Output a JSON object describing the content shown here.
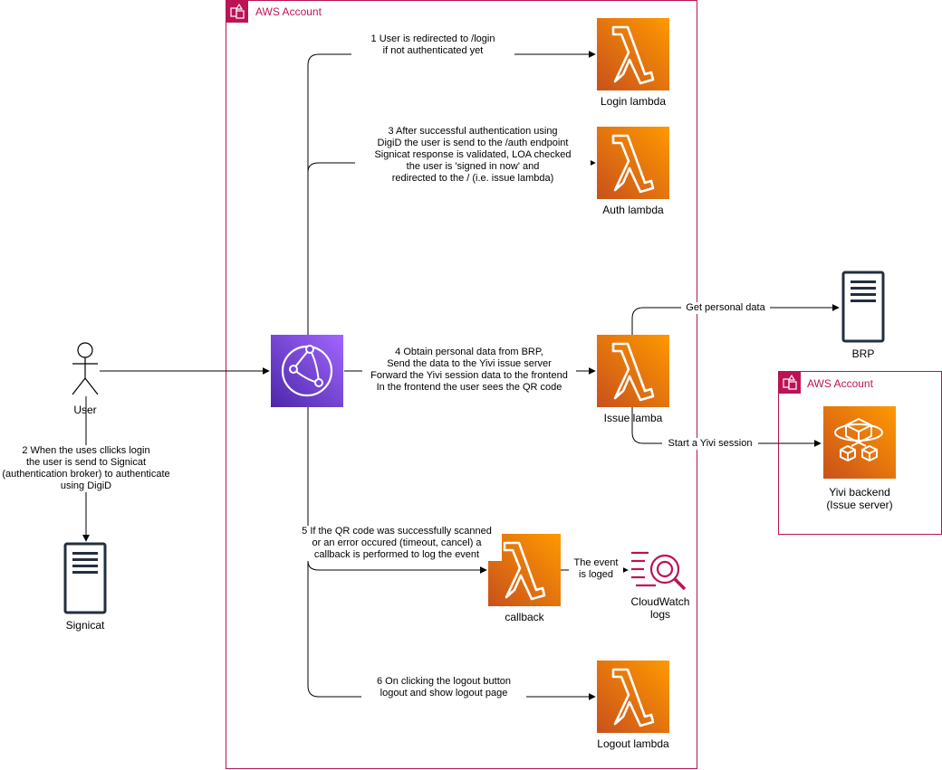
{
  "groups": {
    "main_account": {
      "title": "AWS Account"
    },
    "second_account": {
      "title": "AWS Account"
    }
  },
  "nodes": {
    "user": {
      "label": "User"
    },
    "signicat": {
      "label": "Signicat"
    },
    "cloudfront": {
      "label": ""
    },
    "login_lambda": {
      "label": "Login lambda"
    },
    "auth_lambda": {
      "label": "Auth lambda"
    },
    "issue_lambda": {
      "label": "Issue lamba"
    },
    "callback_lambda": {
      "label": "callback"
    },
    "logout_lambda": {
      "label": "Logout lambda"
    },
    "cloudwatch": {
      "label": "CloudWatch\nlogs"
    },
    "brp": {
      "label": "BRP"
    },
    "yivi_backend": {
      "label": "Yivi backend\n(Issue server)"
    }
  },
  "edges": {
    "step1": "1 User is redirected to /login\nif not authenticated yet",
    "step2": "2 When the uses cllicks login\nthe user is send to Signicat\n(authentication broker) to authenticate\nusing DigiD",
    "step3": "3 After successful authentication using\nDigiD the user is send to the /auth endpoint\nSignicat response is validated, LOA checked\nthe user is 'signed in now' and\nredirected to the / (i.e. issue lambda)",
    "step4": "4 Obtain personal data from BRP,\nSend the data to the Yivi issue server\nForward the Yivi session data to the frontend\nIn the frontend the user sees the QR code",
    "step5": "5 If the QR code was successfully scanned\nor an error occured (timeout, cancel) a\ncallback is performed to log the event",
    "step6": "6 On clicking the logout button\nlogout and show logout page",
    "get_personal_data": "Get personal data",
    "start_session": "Start a Yivi session",
    "event_logged": "The event\nis loged"
  },
  "colors": {
    "account_border": "#bc1356",
    "lambda_orange_top": "#f78e04",
    "lambda_orange_bottom": "#d05c17",
    "cloudfront_top": "#945df2",
    "cloudfront_bottom": "#5a30b5",
    "cloudwatch": "#bc1356",
    "server": "#232f3e"
  }
}
